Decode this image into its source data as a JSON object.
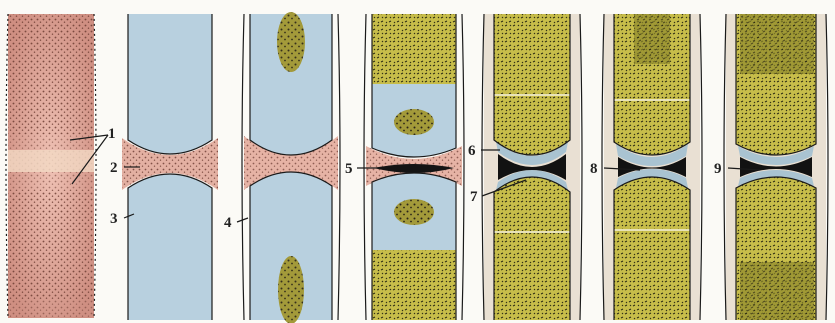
{
  "labels": {
    "l1": "1",
    "l2": "2",
    "l3": "3",
    "l4": "4",
    "l5": "5",
    "l6": "6",
    "l7": "7",
    "l8": "8",
    "l9": "9"
  },
  "colors": {
    "mesenchyme_pink": "#e9b3a6",
    "cartilage_blue": "#b9d0de",
    "bone_yellow": "#c9c150",
    "cavity_dark": "#1b1b1b",
    "capsule_pale": "#e6ddd2"
  }
}
